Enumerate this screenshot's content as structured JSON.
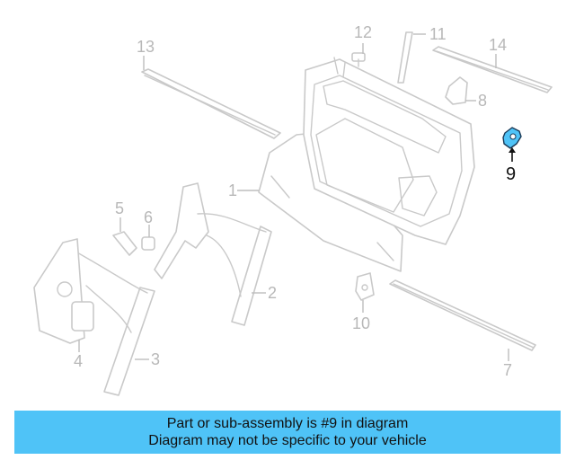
{
  "callouts": {
    "c1": "1",
    "c2": "2",
    "c3": "3",
    "c4": "4",
    "c5": "5",
    "c6": "6",
    "c7": "7",
    "c8": "8",
    "c9": "9",
    "c10": "10",
    "c11": "11",
    "c12": "12",
    "c13": "13",
    "c14": "14"
  },
  "highlighted_part": "9",
  "colors": {
    "highlight": "#4fc3f7",
    "banner": "#4fc3f7",
    "part_outline": "#c9c9c9"
  },
  "banner": {
    "line1": "Part or sub-assembly is #9 in diagram",
    "line2": "Diagram may not be specific to your vehicle"
  }
}
